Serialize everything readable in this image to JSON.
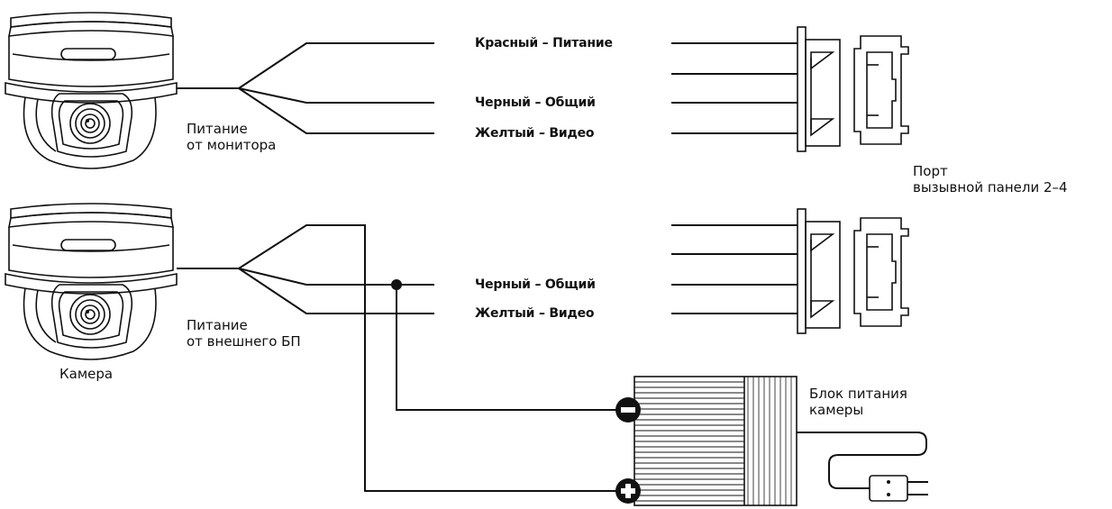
{
  "camera1": {
    "wire_red": "Красный – Питание",
    "wire_black": "Черный –  Общий",
    "wire_yellow": "Желтый – Видео",
    "power_line1": "Питание",
    "power_line2": "от монитора"
  },
  "camera2": {
    "wire_black": "Черный –  Общий",
    "wire_yellow": "Желтый – Видео",
    "power_line1": "Питание",
    "power_line2": "от внешнего БП",
    "caption": "Камера"
  },
  "port": {
    "line1": "Порт",
    "line2": "вызывной панели 2–4"
  },
  "psu": {
    "line1": "Блок питания",
    "line2": "камеры"
  }
}
